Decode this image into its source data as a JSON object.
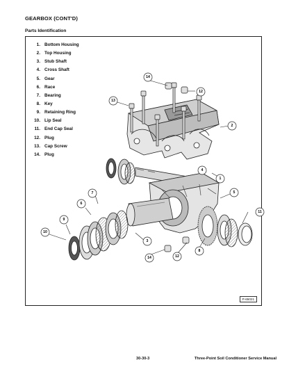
{
  "page": {
    "heading": "GEARBOX (CONT'D)",
    "subheading": "Parts Identification"
  },
  "parts": [
    {
      "num": "1.",
      "label": "Bottom Housing"
    },
    {
      "num": "2.",
      "label": "Top Housing"
    },
    {
      "num": "3.",
      "label": "Stub Shaft"
    },
    {
      "num": "4.",
      "label": "Cross Shaft"
    },
    {
      "num": "5.",
      "label": "Gear"
    },
    {
      "num": "6.",
      "label": "Race"
    },
    {
      "num": "7.",
      "label": "Bearing"
    },
    {
      "num": "8.",
      "label": "Key"
    },
    {
      "num": "9.",
      "label": "Retaining Ring"
    },
    {
      "num": "10.",
      "label": "Lip Seal"
    },
    {
      "num": "11.",
      "label": "End Cap Seal"
    },
    {
      "num": "12.",
      "label": "Plug"
    },
    {
      "num": "13.",
      "label": "Cap Screw"
    },
    {
      "num": "14.",
      "label": "Plug"
    }
  ],
  "callouts": {
    "c1": "1",
    "c2": "2",
    "c3": "3",
    "c4": "4",
    "c5": "5",
    "c6": "6",
    "c7": "7",
    "c8": "8",
    "c9": "9",
    "c10": "10",
    "c11": "11",
    "c12a": "12",
    "c12b": "12",
    "c13": "13",
    "c14a": "14",
    "c14b": "14"
  },
  "figure_id": "P-65021",
  "footer": {
    "page_number": "30-30-3",
    "manual_title": "Three-Point Soil Conditioner Service Manual"
  }
}
